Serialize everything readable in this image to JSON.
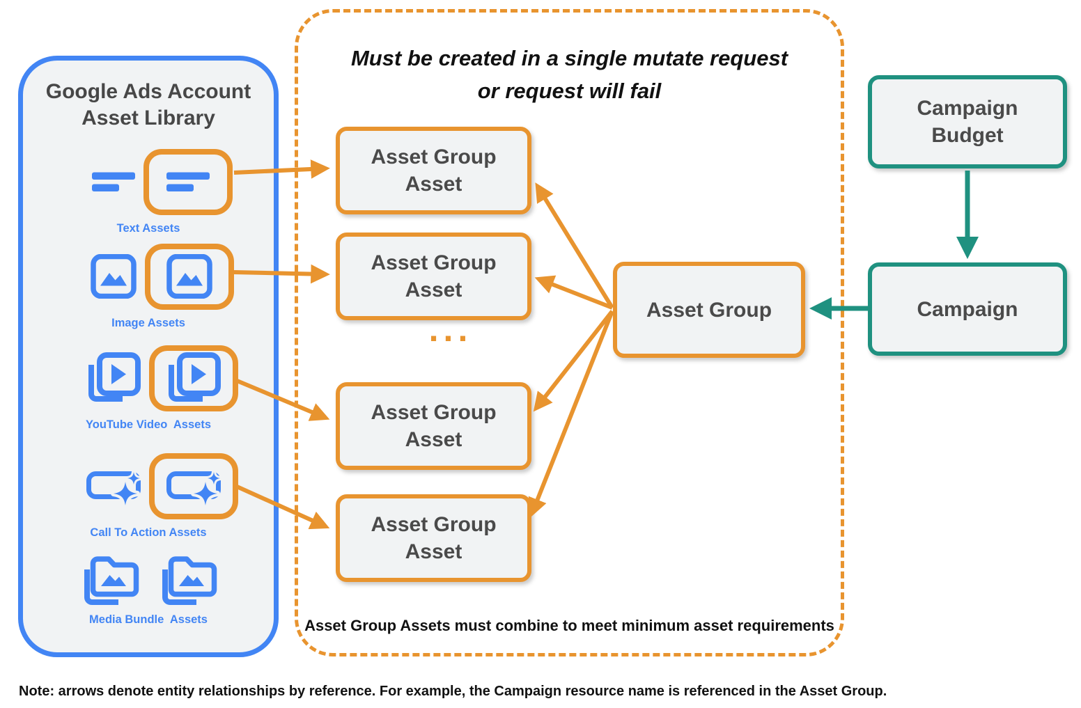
{
  "diagram": {
    "library": {
      "title": "Google Ads Account Asset Library",
      "items": [
        {
          "label": "Text Assets",
          "icon": "text-asset-icon",
          "highlighted": true
        },
        {
          "label": "Image Assets",
          "icon": "image-asset-icon",
          "highlighted": true
        },
        {
          "label": "YouTube Video  Assets",
          "icon": "youtube-video-asset-icon",
          "highlighted": true
        },
        {
          "label": "Call To Action Assets",
          "icon": "call-to-action-asset-icon",
          "highlighted": true
        },
        {
          "label": "Media Bundle  Assets",
          "icon": "media-bundle-asset-icon",
          "highlighted": false
        }
      ]
    },
    "mutate_group": {
      "title_line1": "Must be created in a single mutate request",
      "title_line2": "or request will fail",
      "asset_boxes": [
        {
          "line1": "Asset Group",
          "line2": "Asset"
        },
        {
          "line1": "Asset Group",
          "line2": "Asset"
        },
        {
          "line1": "Asset Group",
          "line2": "Asset"
        },
        {
          "line1": "Asset Group",
          "line2": "Asset"
        }
      ],
      "ellipsis": "...",
      "footnote": "Asset Group Assets must combine to meet minimum asset requirements"
    },
    "asset_group": {
      "label": "Asset Group"
    },
    "campaign_budget": {
      "label": "Campaign Budget"
    },
    "campaign": {
      "label": "Campaign"
    },
    "note": "Note: arrows denote entity relationships by reference. For example, the Campaign resource name is referenced in the Asset Group.",
    "colors": {
      "orange": "#E8942F",
      "blue": "#4285F4",
      "teal": "#1F9180",
      "box_fill": "#F1F3F4",
      "text_dark": "#4A4A4A"
    }
  }
}
